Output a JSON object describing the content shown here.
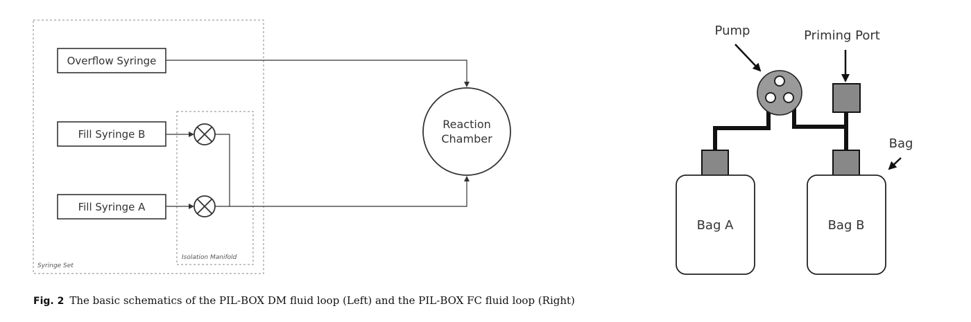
{
  "left_diagram": {
    "syringe_set_label": "Syringe Set",
    "isolation_manifold_label": "Isolation Manifold",
    "overflow_syringe": "Overflow Syringe",
    "fill_syringe_b": "Fill Syringe B",
    "fill_syringe_a": "Fill Syringe A",
    "reaction_chamber_line1": "Reaction",
    "reaction_chamber_line2": "Chamber"
  },
  "right_diagram": {
    "pump_label": "Pump",
    "priming_port_label": "Priming Port",
    "bag_label": "Bag",
    "bag_a": "Bag A",
    "bag_b": "Bag B"
  },
  "caption": {
    "fig_label": "Fig. 2",
    "text": "The basic schematics of the PIL-BOX DM fluid loop (Left) and the PIL-BOX FC fluid loop (Right)"
  },
  "colors": {
    "line": "#333333",
    "tube": "#111111",
    "fill_gray": "#888888",
    "pump_gray": "#9a9a9a"
  }
}
